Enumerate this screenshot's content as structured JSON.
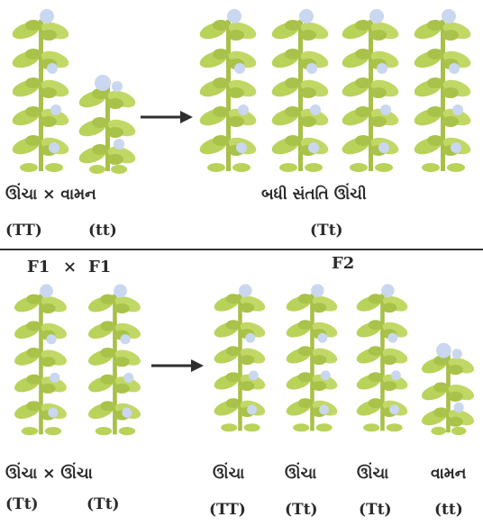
{
  "cross1": {
    "parent_labels": "ઊંચા × વામન",
    "parent_genotypes": [
      "(TT)",
      "(tt)"
    ],
    "offspring_label": "બધી સંતતિ ઊંચી",
    "offspring_genotype": "(Tt)"
  },
  "cross2": {
    "generation_left": "F1",
    "cross_symbol": "×",
    "generation_right": "F1",
    "offspring_generation": "F2",
    "parent_labels": "ઊંચા × ઊંચા",
    "parent_genotypes": [
      "(Tt)",
      "(Tt)"
    ],
    "offspring_labels": [
      "ઊંચા",
      "ઊંચા",
      "ઊંચા",
      "વામન"
    ],
    "offspring_genotypes": [
      "(TT)",
      "(Tt)",
      "(Tt)",
      "(tt)"
    ]
  },
  "colors": {
    "plant": "#b9d25a",
    "flower": "#c9d7f0",
    "line": "#2f2f2f"
  }
}
